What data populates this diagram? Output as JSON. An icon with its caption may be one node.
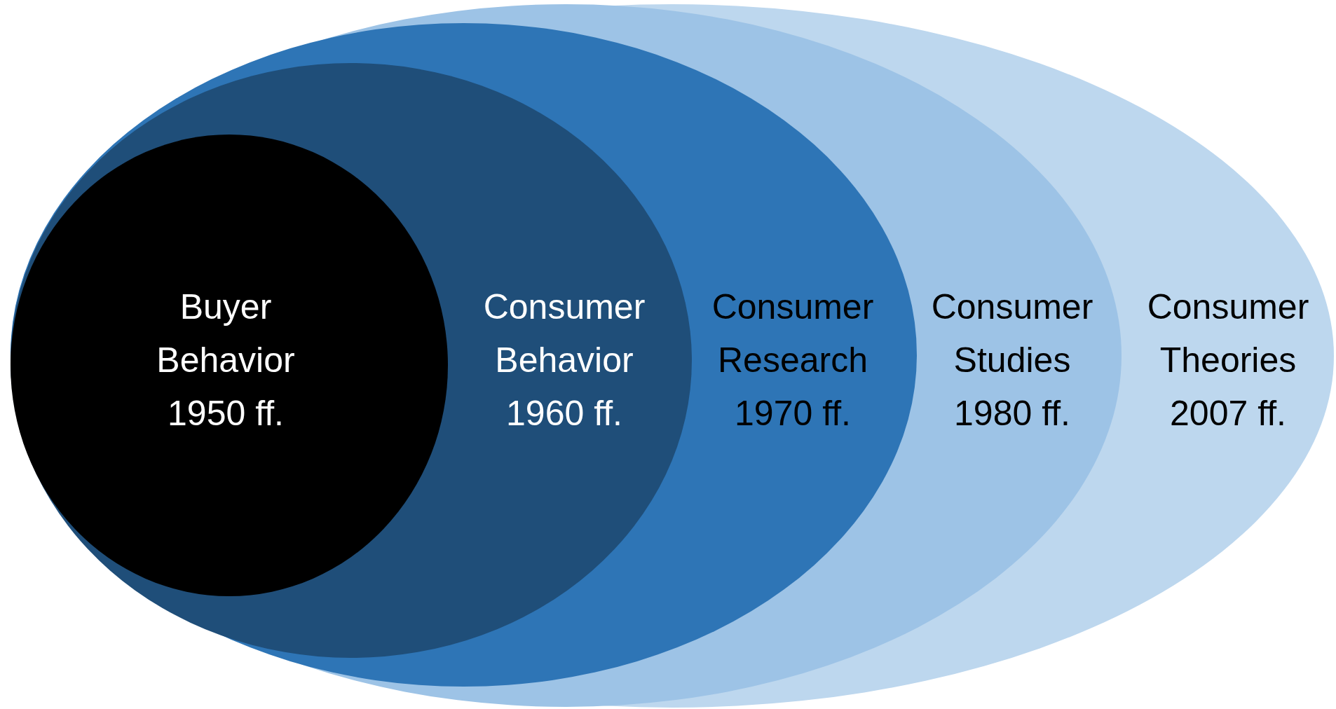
{
  "diagram": {
    "nodes": [
      {
        "text": [
          "Consumer Theories 2007 ff."
        ]
      },
      {
        "text": [
          "Consumer Studies 1980 ff."
        ],
        "in": 0
      },
      {
        "text": [
          "Consumer Research 1970 ff."
        ],
        "in": 1
      },
      {
        "text": [
          "Consumer Behavior 1960 ff."
        ],
        "in": 2
      },
      {
        "text": [
          "Buyer Behavior 1950 ff."
        ],
        "in": 3
      }
    ]
  }
}
